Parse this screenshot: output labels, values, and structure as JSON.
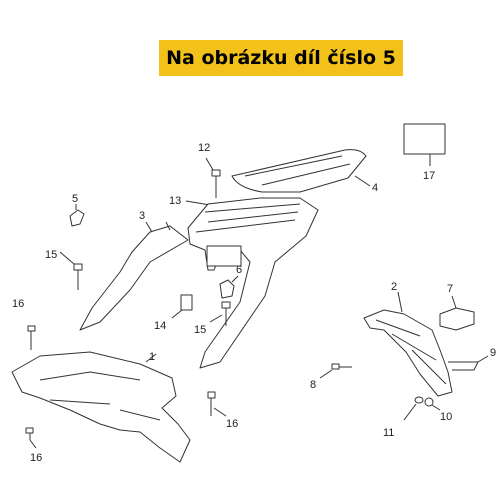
{
  "banner": {
    "text": "Na obrázku díl číslo 5"
  },
  "labels": {
    "l1": "1",
    "l2": "2",
    "l3": "3",
    "l4": "4",
    "l5": "5",
    "l6": "6",
    "l7": "7",
    "l8": "8",
    "l9": "9",
    "l10": "10",
    "l11": "11",
    "l12": "12",
    "l13": "13",
    "l14": "14",
    "l15a": "15",
    "l15b": "15",
    "l16a": "16",
    "l16b": "16",
    "l16c": "16",
    "l17": "17"
  },
  "colors": {
    "banner_bg": "#f3c21a",
    "line": "#333333"
  }
}
